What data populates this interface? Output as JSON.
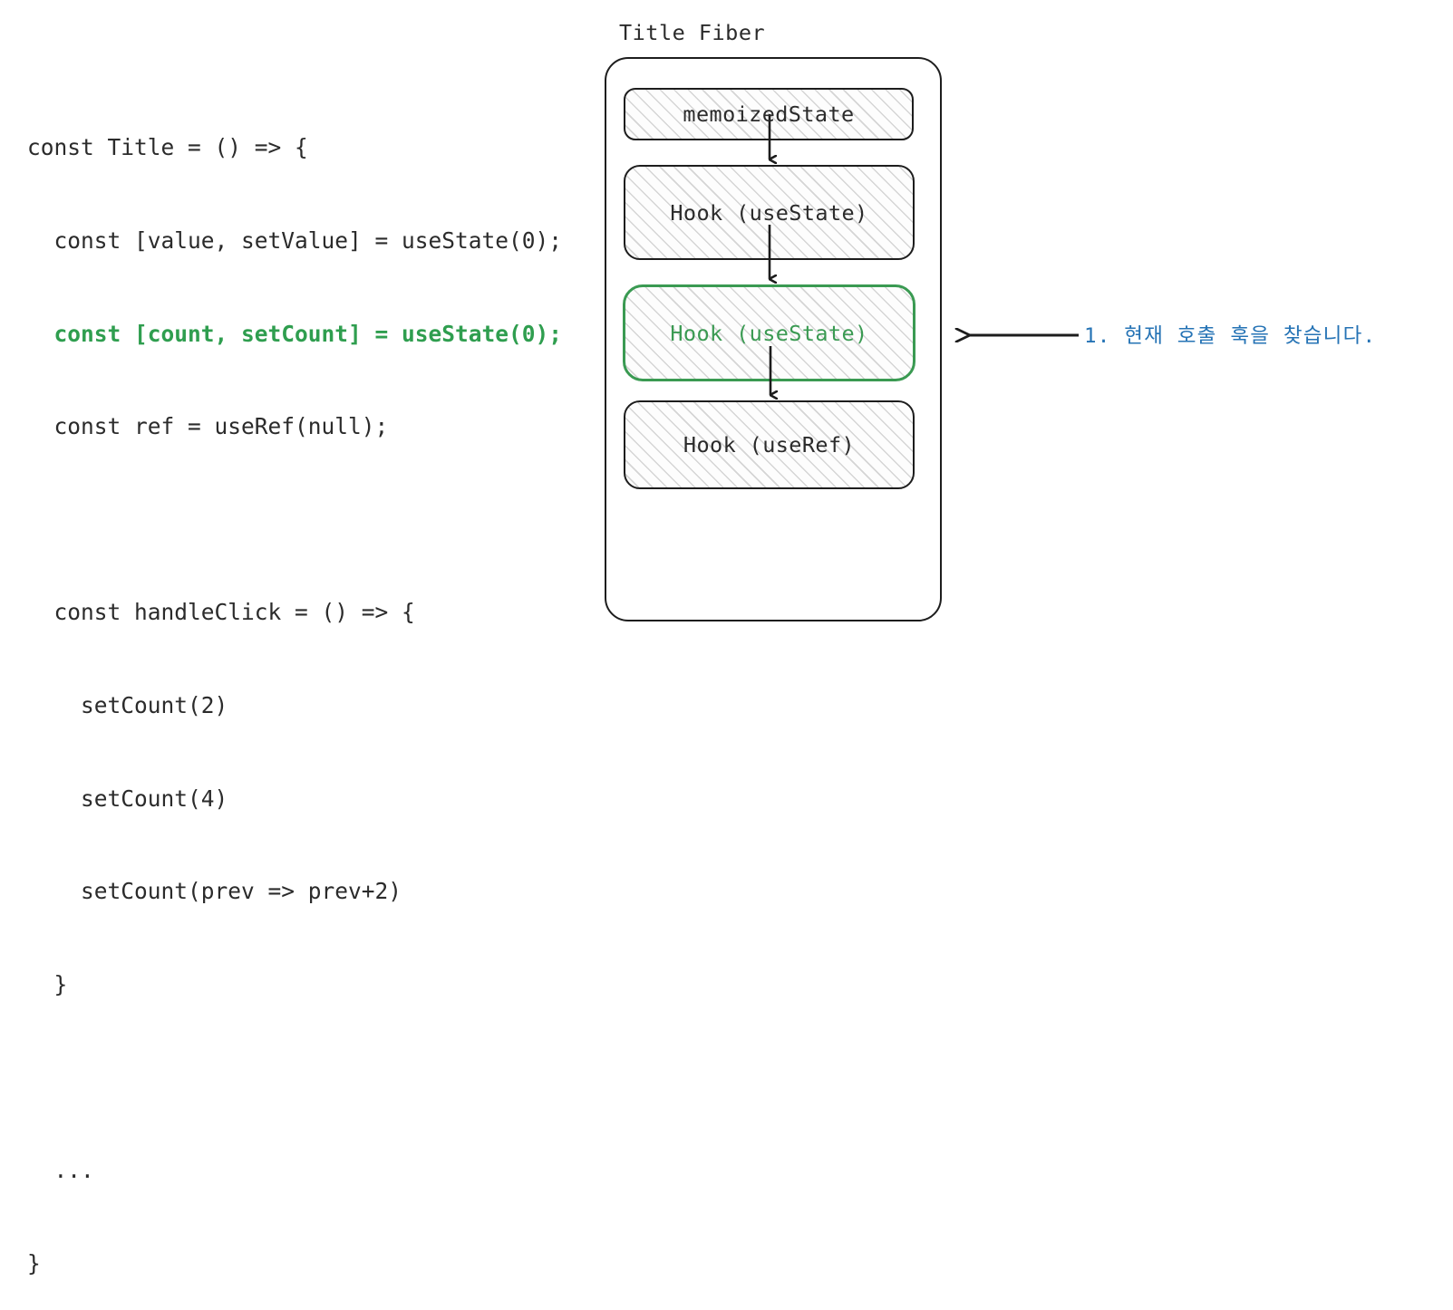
{
  "code": {
    "language": "jsx",
    "lines": [
      {
        "text": "const Title = () => {",
        "highlighted": false
      },
      {
        "text": "  const [value, setValue] = useState(0);",
        "highlighted": false
      },
      {
        "text": "  const [count, setCount] = useState(0);",
        "highlighted": true
      },
      {
        "text": "  const ref = useRef(null);",
        "highlighted": false
      },
      {
        "text": "",
        "highlighted": false
      },
      {
        "text": "  const handleClick = () => {",
        "highlighted": false
      },
      {
        "text": "    setCount(2)",
        "highlighted": false
      },
      {
        "text": "    setCount(4)",
        "highlighted": false
      },
      {
        "text": "    setCount(prev => prev+2)",
        "highlighted": false
      },
      {
        "text": "  }",
        "highlighted": false
      },
      {
        "text": "",
        "highlighted": false
      },
      {
        "text": "  ...",
        "highlighted": false
      },
      {
        "text": "}",
        "highlighted": false
      }
    ]
  },
  "diagram": {
    "title": "Title Fiber",
    "nodes": [
      {
        "id": "memoizedState",
        "label": "memoizedState",
        "highlighted": false
      },
      {
        "id": "hook-1",
        "label": "Hook (useState)",
        "highlighted": false
      },
      {
        "id": "hook-2",
        "label": "Hook (useState)",
        "highlighted": true
      },
      {
        "id": "hook-3",
        "label": "Hook (useRef)",
        "highlighted": false
      }
    ]
  },
  "annotation": {
    "label": "1. 현재 호출 훅을 찾습니다.",
    "target_node": "hook-2"
  },
  "colors": {
    "accent_green": "#3a9a52",
    "code_highlight_green": "#2f9e4f",
    "annotation_blue": "#2573b5",
    "stroke_black": "#1d1d1d",
    "text_default": "#2b2b2b",
    "background": "#ffffff"
  }
}
